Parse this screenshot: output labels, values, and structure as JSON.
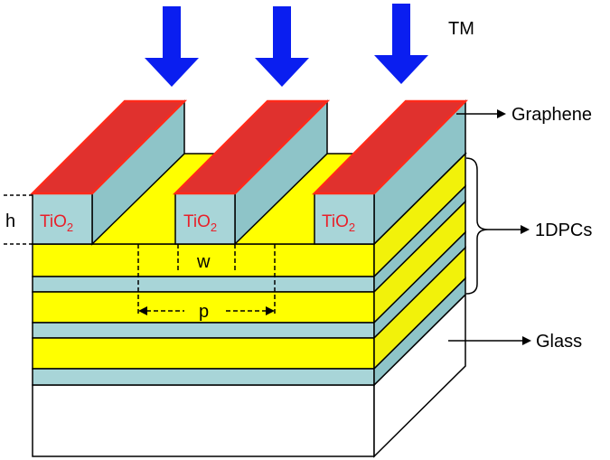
{
  "diagram": {
    "incident_label": "TM",
    "labels": {
      "graphene": "Graphene",
      "dpc": "1DPCs",
      "glass": "Glass",
      "height": "h",
      "width": "w",
      "period": "p"
    },
    "material": {
      "base": "TiO",
      "sub": "2"
    },
    "colors": {
      "arrow": "#0a1ef0",
      "graphene": "#e0312e",
      "graphene_edge": "#ff2a1a",
      "tio2": "#a8d5d8",
      "tio2_dark": "#8ec4c8",
      "layer_yellow": "#ffff00",
      "layer_yellow_side": "#f2f20a",
      "glass": "#ffffff",
      "outline": "#000000"
    }
  }
}
